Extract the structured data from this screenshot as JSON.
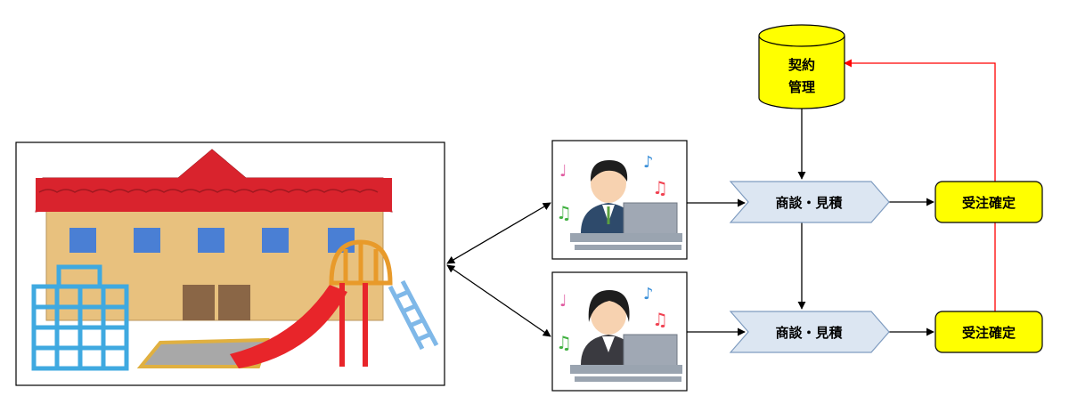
{
  "database": {
    "line1": "契約",
    "line2": "管理",
    "fill": "#ffff00"
  },
  "process": [
    {
      "label": "商談・見積",
      "fill": "#dce6f2"
    },
    {
      "label": "商談・見積",
      "fill": "#dce6f2"
    }
  ],
  "order": [
    {
      "label": "受注確定",
      "fill": "#ffff00"
    },
    {
      "label": "受注確定",
      "fill": "#ffff00"
    }
  ],
  "colors": {
    "feedback_arrow": "#ff0000",
    "arrow": "#000000",
    "roof": "#d9232d",
    "wall": "#e8c17e",
    "window": "#4a7fd4",
    "slide": "#e8252a",
    "jungle_gym": "#3fa9e0",
    "ladder": "#7fb8e8"
  },
  "icons": {
    "building": "kindergarten-building-illustration",
    "agent_1": "male-operator-at-laptop-illustration",
    "agent_2": "female-operator-at-laptop-illustration"
  }
}
